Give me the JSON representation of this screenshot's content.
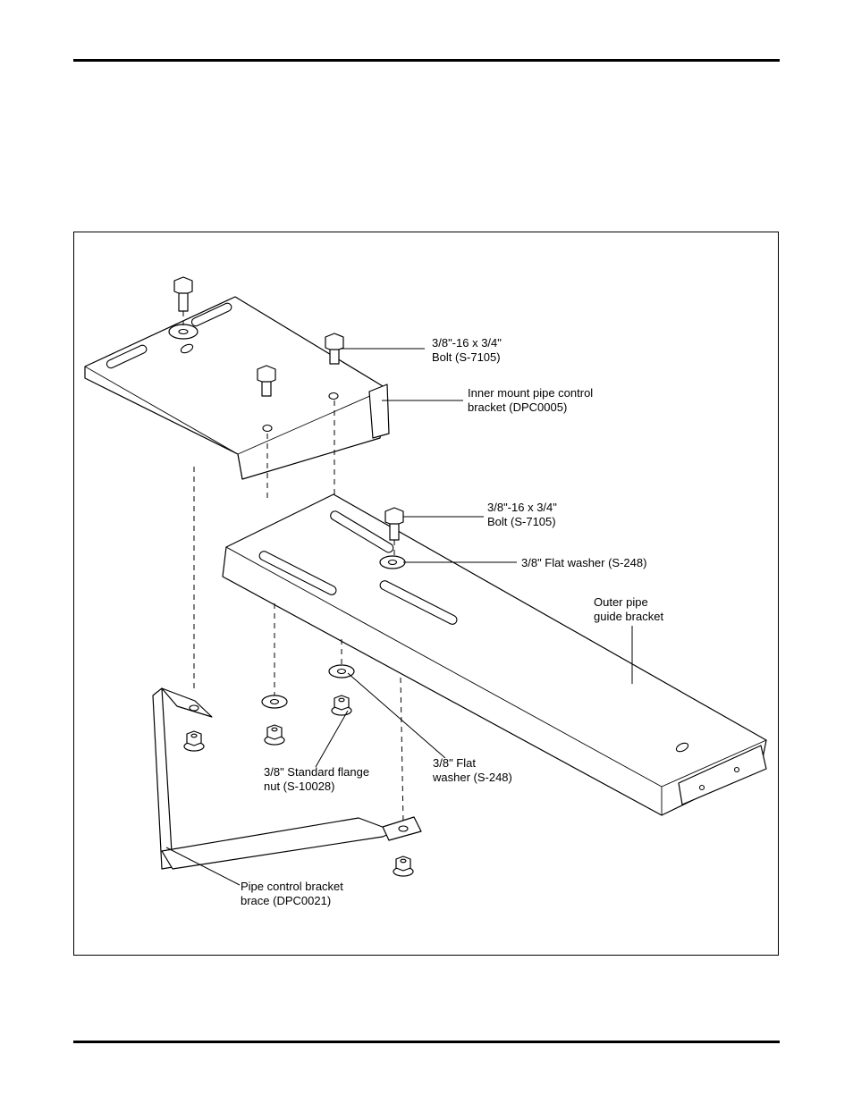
{
  "figure": {
    "labels": {
      "bolt_upper": [
        "3/8\"-16 x 3/4\"",
        "Bolt (S-7105)"
      ],
      "inner_bracket": [
        "Inner mount pipe control",
        "bracket (DPC0005)"
      ],
      "bolt_lower": [
        "3/8\"-16 x 3/4\"",
        "Bolt (S-7105)"
      ],
      "flat_washer_upper": [
        "3/8\" Flat washer (S-248)"
      ],
      "outer_bracket": [
        "Outer pipe",
        "guide bracket"
      ],
      "flange_nut": [
        "3/8\" Standard flange",
        "nut (S-10028)"
      ],
      "flat_washer_lower": [
        "3/8\" Flat",
        "washer (S-248)"
      ],
      "brace": [
        "Pipe control bracket",
        "brace (DPC0021)"
      ]
    }
  }
}
